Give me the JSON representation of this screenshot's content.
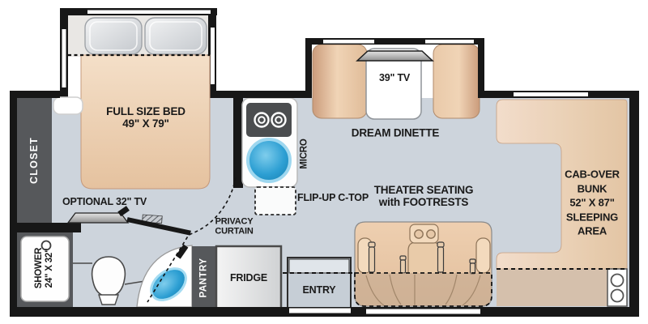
{
  "title": "Class C motorhome floor plan",
  "labels": {
    "bed_name": "FULL SIZE BED",
    "bed_size": "49\" X 79\"",
    "closet": "CLOSET",
    "optional_tv": "OPTIONAL 32\" TV",
    "shower_name": "SHOWER",
    "shower_size": "24\" X 32\"",
    "privacy_1": "PRIVACY",
    "privacy_2": "CURTAIN",
    "micro": "MICRO",
    "flip_up": "FLIP-UP C-TOP",
    "pantry": "PANTRY",
    "fridge": "FRIDGE",
    "entry": "ENTRY",
    "tv39": "39\" TV",
    "dinette": "DREAM DINETTE",
    "theater_1": "THEATER SEATING",
    "theater_2": "with FOOTRESTS",
    "cab_1": "CAB-OVER",
    "cab_2": "BUNK",
    "cab_3": "52\" X 87\"",
    "cab_4": "SLEEPING",
    "cab_5": "AREA"
  },
  "colors": {
    "floor": "#cdd4dc",
    "wall": "#171717",
    "furniture-tan": "#ecd0b2",
    "furniture-tan-dark": "#d9b48f",
    "cab-strip": "#d5c0ac",
    "cabinet-gray": "#56585b",
    "sink-blue": "#2196cb",
    "text": "#1a1a1a"
  }
}
